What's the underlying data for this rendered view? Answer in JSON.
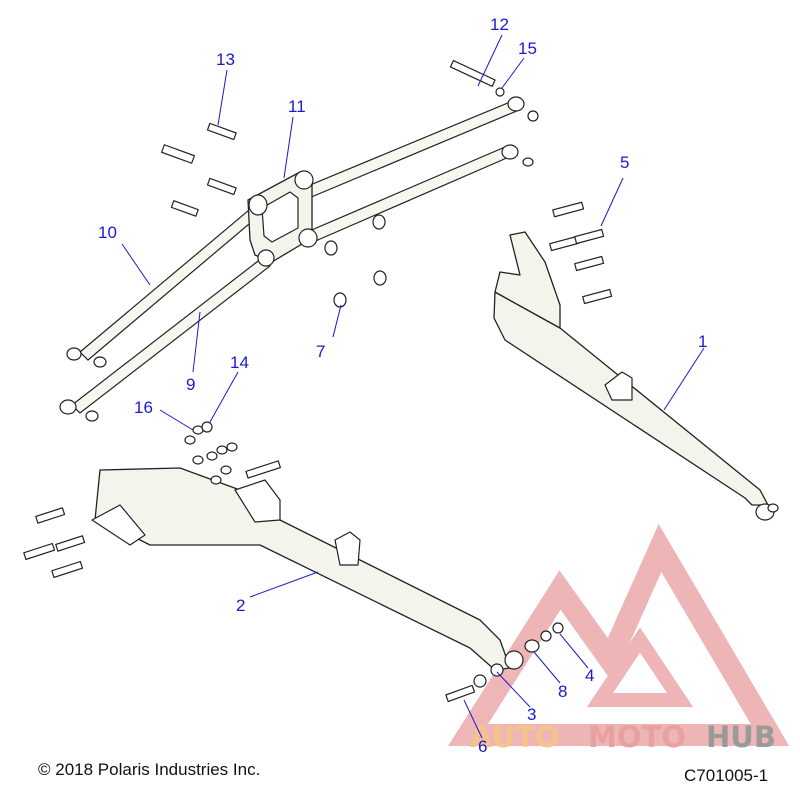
{
  "labels": [
    {
      "id": "1",
      "text": "1"
    },
    {
      "id": "2",
      "text": "2"
    },
    {
      "id": "3",
      "text": "3"
    },
    {
      "id": "4",
      "text": "4"
    },
    {
      "id": "5",
      "text": "5"
    },
    {
      "id": "6",
      "text": "6"
    },
    {
      "id": "7",
      "text": "7"
    },
    {
      "id": "8",
      "text": "8"
    },
    {
      "id": "9",
      "text": "9"
    },
    {
      "id": "10",
      "text": "10"
    },
    {
      "id": "11",
      "text": "11"
    },
    {
      "id": "12",
      "text": "12"
    },
    {
      "id": "13",
      "text": "13"
    },
    {
      "id": "14",
      "text": "14"
    },
    {
      "id": "15",
      "text": "15"
    },
    {
      "id": "16",
      "text": "16"
    }
  ],
  "copyright": "© 2018 Polaris Industries Inc.",
  "figure_id": "C701005-1",
  "watermark": {
    "part1": "AUTO",
    "part2": "MOTO",
    "part3": "HUB",
    "colors": {
      "red": "#e8a0a0",
      "orange": "#f5c48a",
      "gray": "#9a9a9a"
    }
  },
  "colors": {
    "callout": "#1a1acc",
    "line": "#222222"
  }
}
